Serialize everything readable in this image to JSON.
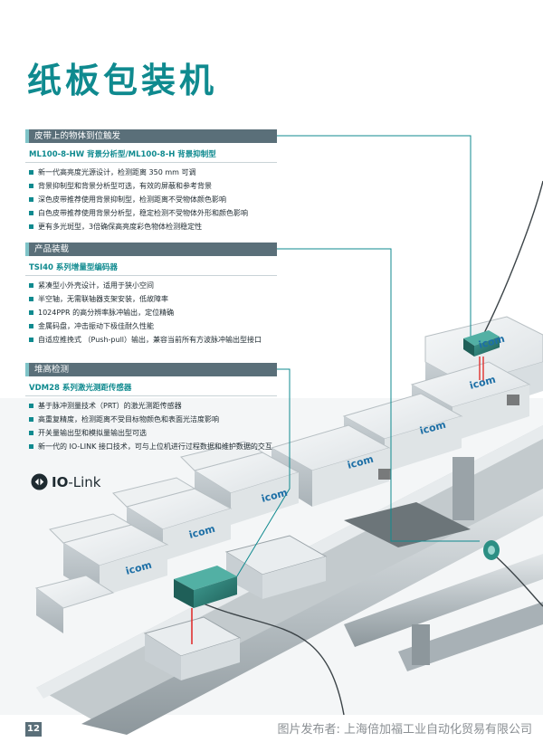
{
  "page": {
    "title": "纸板包装机",
    "page_number": "12",
    "footer": "图片发布者:  上海倍加福工业自动化贸易有限公司"
  },
  "sections": [
    {
      "header": "皮带上的物体到位触发",
      "subtitle": "ML100-8-HW 背景分析型/ML100-8-H 背景抑制型",
      "items": [
        "新一代高亮度光源设计，检测距离 350 mm 可调",
        "背景抑制型和背景分析型可选，有效的屏蔽和参考背景",
        "深色皮带推荐使用背景抑制型，检测距离不受物体颜色影响",
        "白色皮带推荐使用背景分析型，稳定检测不受物体外形和颜色影响",
        "更有多光斑型，3倍确保高亮度彩色物体检测稳定性"
      ]
    },
    {
      "header": "产品装载",
      "subtitle": "TSI40 系列增量型编码器",
      "items": [
        "紧凑型小外壳设计，适用于狭小空间",
        "半空轴，无需联轴器支架安装，低故障率",
        "1024PPR 的高分辨率脉冲输出，定位精确",
        "金属码盘，冲击振动下极佳耐久性能",
        "自适应推挽式 （Push-pull）输出，兼容当前所有方波脉冲输出型接口"
      ]
    },
    {
      "header": "堆高检测",
      "subtitle": "VDM28 系列激光测距传感器",
      "items": [
        "基于脉冲测量技术（PRT）的激光测距传感器",
        "高重复精度，检测距离不受目标物颜色和表面光洁度影响",
        "开关量输出型和模拟量输出型可选",
        "新一代的 IO-LINK 接口技术，可与上位机进行过程数据和维护数据的交互"
      ]
    }
  ],
  "io_link": {
    "bold": "IO",
    "rest": "-Link"
  },
  "box_label": "icom",
  "colors": {
    "accent": "#0f8a8f",
    "header_bg": "#5a6f79",
    "conveyor": "#9aa3a8"
  }
}
